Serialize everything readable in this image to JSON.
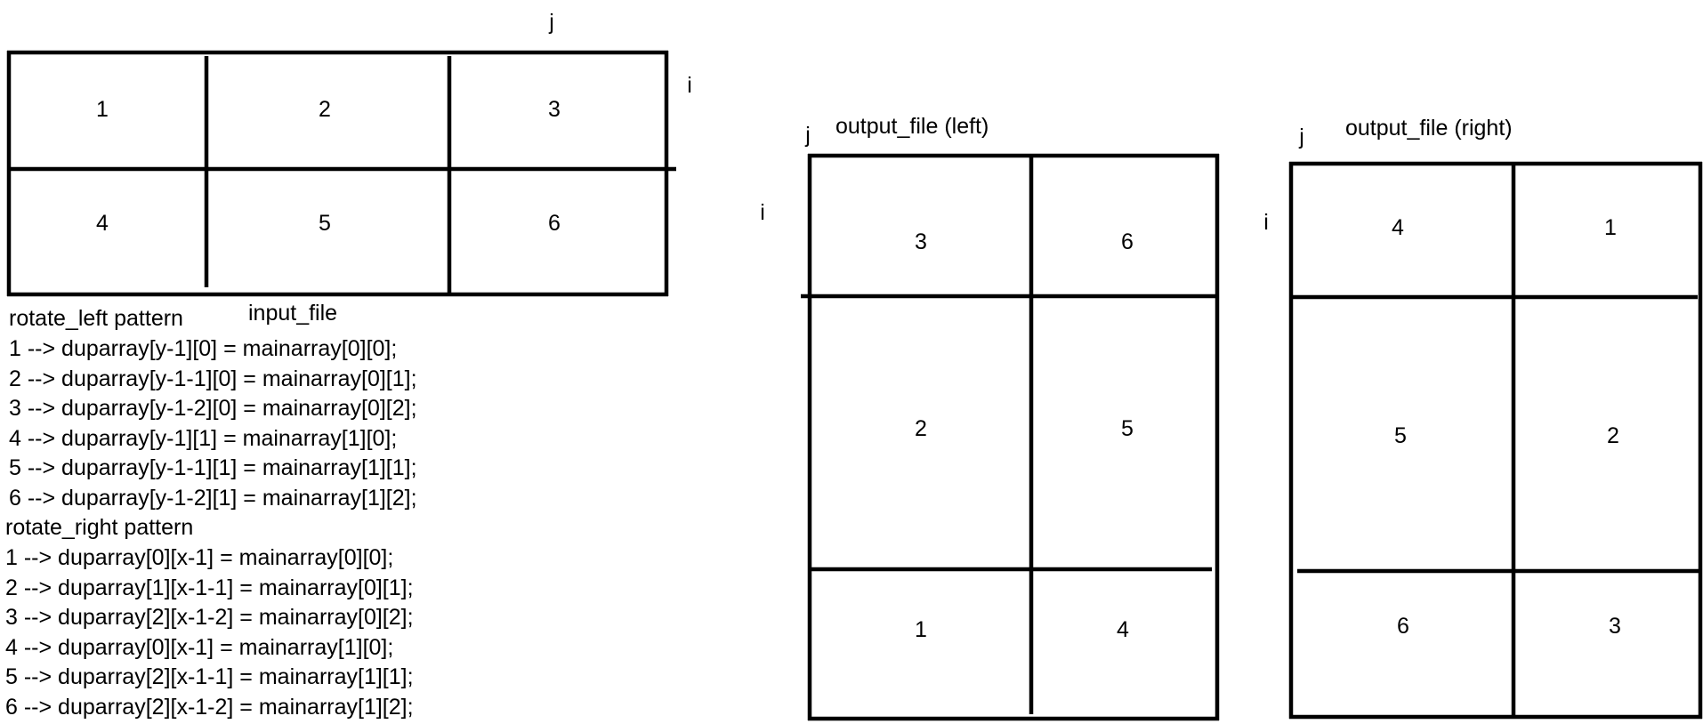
{
  "input_grid": {
    "title": "input_file",
    "col_axis": "j",
    "row_axis": "i",
    "rows": [
      [
        "1",
        "2",
        "3"
      ],
      [
        "4",
        "5",
        "6"
      ]
    ]
  },
  "output_left": {
    "title": "output_file (left)",
    "col_axis": "j",
    "row_axis": "i",
    "rows": [
      [
        "3",
        "6"
      ],
      [
        "2",
        "5"
      ],
      [
        "1",
        "4"
      ]
    ]
  },
  "output_right": {
    "title": "output_file (right)",
    "col_axis": "j",
    "row_axis": "i",
    "rows": [
      [
        "4",
        "1"
      ],
      [
        "5",
        "2"
      ],
      [
        "6",
        "3"
      ]
    ]
  },
  "rotate_left": {
    "heading": "rotate_left pattern",
    "lines": [
      "1 --> duparray[y-1][0] = mainarray[0][0];",
      "2 --> duparray[y-1-1][0] = mainarray[0][1];",
      "3 --> duparray[y-1-2][0] = mainarray[0][2];",
      "4 --> duparray[y-1][1] = mainarray[1][0];",
      "5 --> duparray[y-1-1][1] = mainarray[1][1];",
      "6 --> duparray[y-1-2][1] = mainarray[1][2];"
    ]
  },
  "rotate_right": {
    "heading": "rotate_right pattern",
    "lines": [
      "1 --> duparray[0][x-1] = mainarray[0][0];",
      "2 --> duparray[1][x-1-1] = mainarray[0][1];",
      "3 --> duparray[2][x-1-2] = mainarray[0][2];",
      "4 --> duparray[0][x-1] = mainarray[1][0];",
      "5 --> duparray[2][x-1-1] = mainarray[1][1];",
      "6 --> duparray[2][x-1-2] = mainarray[1][2];"
    ]
  }
}
